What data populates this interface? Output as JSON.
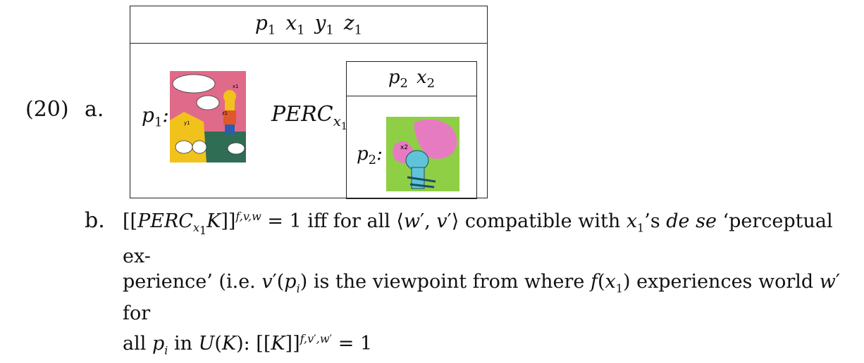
{
  "example_number": "(20)",
  "sub_a": "a.",
  "sub_b": "b.",
  "drs": {
    "outer_header": [
      "p",
      "1",
      "x",
      "1",
      "y",
      "1",
      "z",
      "1"
    ],
    "p1_label": "p",
    "p1_sub": "1",
    "perc_label": "PERC",
    "perc_sub_x": "x",
    "perc_sub_1": "1",
    "inner_header": [
      "p",
      "2",
      "x",
      "2"
    ],
    "p2_label": "p",
    "p2_sub": "2",
    "img1_icon": "comic-panel-simpsons",
    "img2_icon": "comic-panel-skeleton",
    "img1_texts": [
      "x1",
      "y1",
      "z1"
    ],
    "img2_text": "x2"
  },
  "b_text": {
    "line1_part1": " = 1 iff for all ",
    "compat": " compatible with ",
    "possessive": "’s ",
    "dese": "de se",
    "line1_end": " ‘perceptual ex-",
    "line2_start": "perience’ (i.e. ",
    "line2_mid": " is the viewpoint from where ",
    "line2_end": " experiences world ",
    "line2_for": " for",
    "line3_start": "all ",
    "line3_in": " in ",
    "line3_colon": ": ",
    "line3_end": " = 1"
  },
  "colors": {
    "img1_bg": "#e06a8a",
    "img1_char": "#f2c21c",
    "img2_bg": "#8fcf45",
    "img2_wing": "#e77bc2",
    "img2_skel": "#5fc3d9"
  }
}
